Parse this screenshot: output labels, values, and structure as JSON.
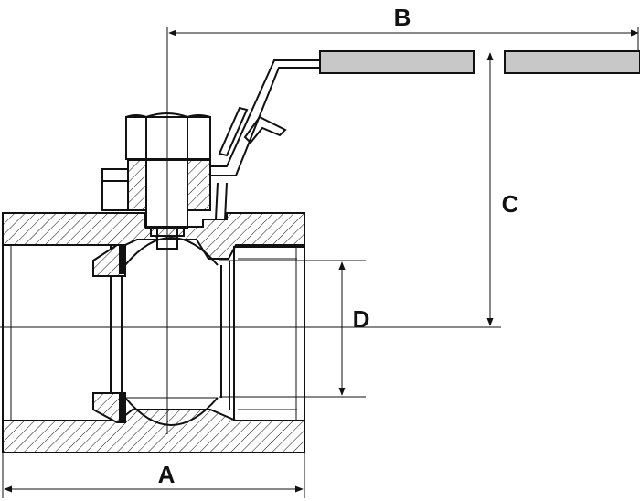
{
  "diagram": {
    "labels": {
      "a": "A",
      "b": "B",
      "c": "C",
      "d": "D"
    },
    "colors": {
      "line": "#111111",
      "handle": "#c8c8c8",
      "background": "#ffffff"
    }
  }
}
